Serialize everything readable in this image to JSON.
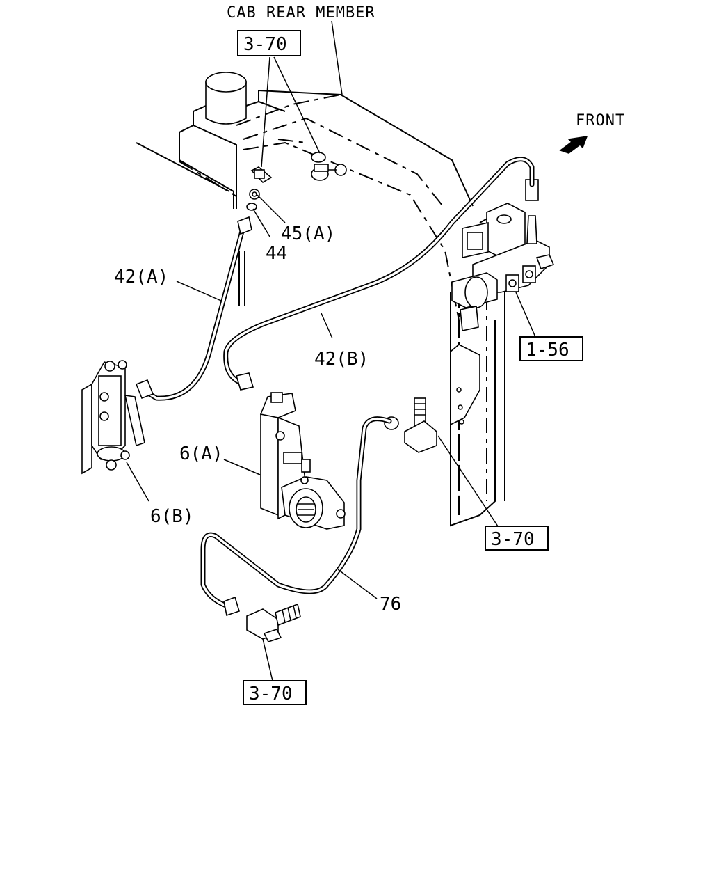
{
  "header": {
    "cab_rear_member": "CAB REAR MEMBER",
    "front": "FRONT"
  },
  "refs": {
    "ref_top": "3-70",
    "ref_right": "1-56",
    "ref_mid_right": "3-70",
    "ref_bottom": "3-70"
  },
  "callouts": {
    "c45a": "45(A)",
    "c44": "44",
    "c42a": "42(A)",
    "c42b": "42(B)",
    "c6a": "6(A)",
    "c6b": "6(B)",
    "c76": "76"
  }
}
